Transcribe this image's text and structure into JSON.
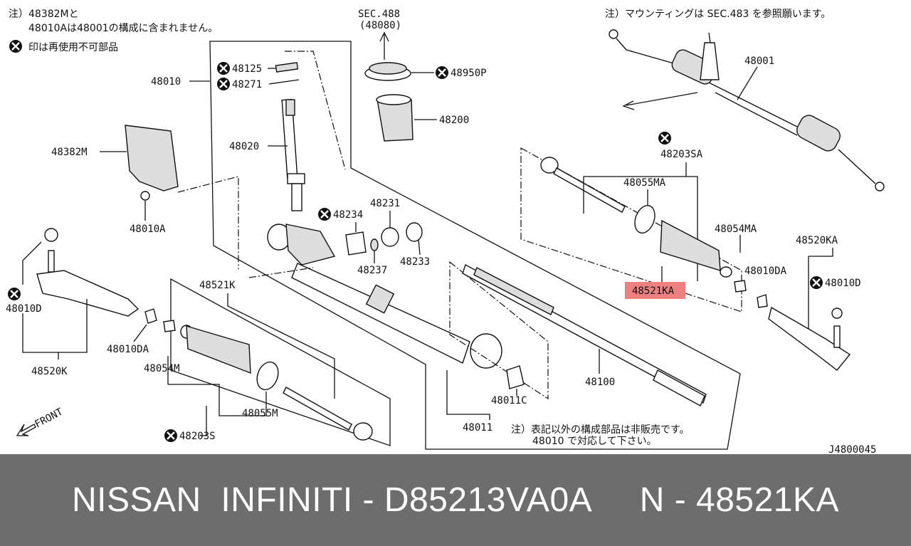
{
  "notes": {
    "note1_line1": "注）48382Mと",
    "note1_line2": "48010Aは48001の構成に含まれません。",
    "legend_text": "印は再使用不可部品",
    "mounting_note": "注）マウンティングは SEC.483 を参照願います。",
    "sale_note_line1": "注）表記以外の構成部品は非販売です。",
    "sale_note_line2": "48010 で対応して下さい。"
  },
  "section_ref": {
    "line1": "SEC.488",
    "line2": "(48080)"
  },
  "part_labels": {
    "p48125": "48125",
    "p48271": "48271",
    "p48010": "48010",
    "p48020": "48020",
    "p48382M": "48382M",
    "p48010A": "48010A",
    "p48950P": "48950P",
    "p48200": "48200",
    "p48234": "48234",
    "p48231": "48231",
    "p48237": "48237",
    "p48233": "48233",
    "p48001": "48001",
    "p48203SA": "48203SA",
    "p48055MA": "48055MA",
    "p48054MA": "48054MA",
    "p48521KA": "48521KA",
    "p48010DA_r": "48010DA",
    "p48520KA": "48520KA",
    "p48010D_r": "48010D",
    "p48010D_l": "48010D",
    "p48520K": "48520K",
    "p48010DA_l": "48010DA",
    "p48521K": "48521K",
    "p48054M": "48054M",
    "p48055M": "48055M",
    "p48203S": "48203S",
    "p48011C": "48011C",
    "p48011": "48011",
    "p48100": "48100",
    "front": "FRONT"
  },
  "diagram_id": "J4800045",
  "footer": {
    "text": "NISSAN  INFINITI - D85213VA0A     N - 48521KA"
  },
  "colors": {
    "highlight": "#ee8080",
    "footer_bg": "#6d6d6d",
    "footer_text": "#ffffff"
  }
}
